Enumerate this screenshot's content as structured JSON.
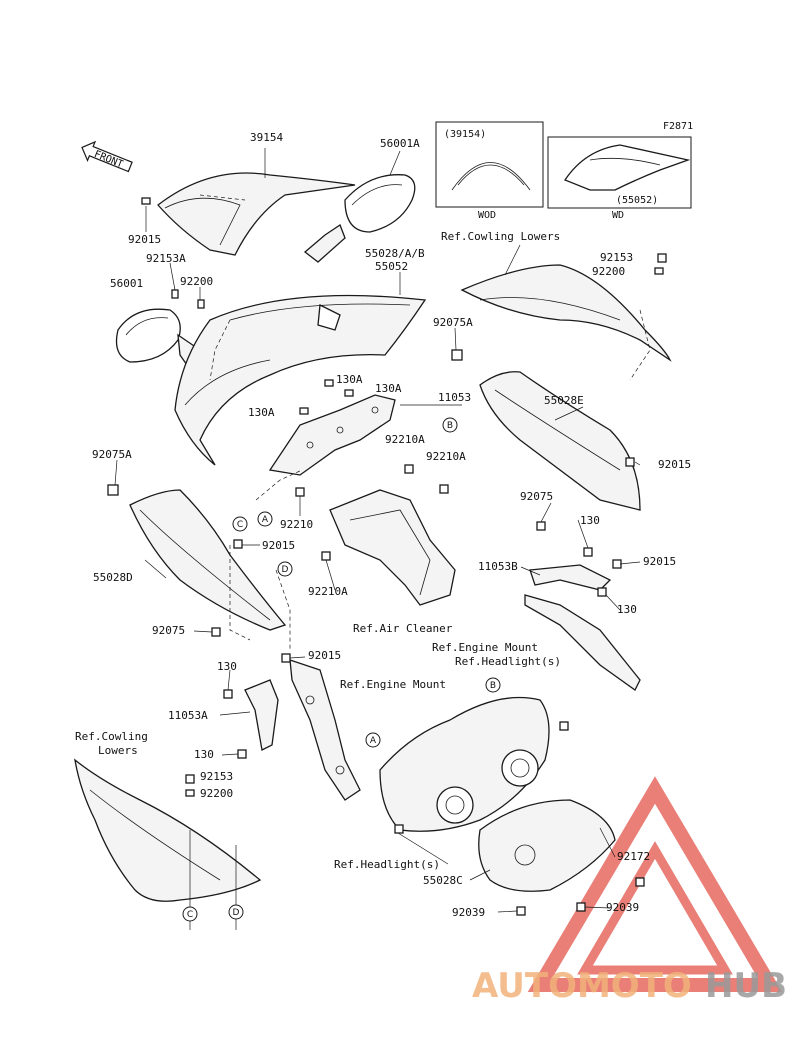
{
  "figure_code": "F2871",
  "front_label": "FRONT",
  "variants": {
    "wod": {
      "part": "(39154)",
      "caption": "WOD"
    },
    "wd": {
      "part": "(55052)",
      "caption": "WD"
    }
  },
  "labels": {
    "p39154": "39154",
    "p56001A": "56001A",
    "p92015_tl": "92015",
    "p92153A": "92153A",
    "p56001": "56001",
    "p92200_top": "92200",
    "p55028AB": "55028/A/B",
    "p55052": "55052",
    "ref_cowling_lowers_top": "Ref.Cowling Lowers",
    "p92153_tr": "92153",
    "p92200_tr": "92200",
    "p92075A_r": "92075A",
    "p130A_1": "130A",
    "p130A_2": "130A",
    "p130A_3": "130A",
    "p11053": "11053",
    "p55028E": "55028E",
    "p92210A_1": "92210A",
    "p92210A_2": "92210A",
    "p92075A_l": "92075A",
    "p92015_r": "92015",
    "p92075_r": "92075",
    "p130_r1": "130",
    "p92210": "92210",
    "p92015_c": "92015",
    "p11053B": "11053B",
    "p92015_r2": "92015",
    "p55028D": "55028D",
    "p92210A_3": "92210A",
    "p130_r2": "130",
    "ref_air_cleaner": "Ref.Air Cleaner",
    "p92075_l": "92075",
    "ref_engine_mount_r": "Ref.Engine Mount",
    "ref_headlights_r": "Ref.Headlight(s)",
    "p92015_m": "92015",
    "ref_engine_mount_m": "Ref.Engine Mount",
    "p130_l1": "130",
    "p11053A": "11053A",
    "ref_cowling_lowers_l1": "Ref.Cowling",
    "ref_cowling_lowers_l2": "Lowers",
    "p130_l2": "130",
    "p92153_l": "92153",
    "p92200_l": "92200",
    "p92172": "92172",
    "ref_headlights_b": "Ref.Headlight(s)",
    "p55028C": "55028C",
    "p92039_l": "92039",
    "p92039_r": "92039"
  },
  "callouts": {
    "A1": "A",
    "B1": "B",
    "C1": "C",
    "D1": "D",
    "B2": "B",
    "A2": "A",
    "C2": "C",
    "D2": "D"
  },
  "watermark": {
    "part1": "AUTOMOTO",
    "part2": "HUB",
    "color1": "#f2b27a",
    "color2": "#9a9a9a",
    "triangle_color": "#e2554a"
  }
}
